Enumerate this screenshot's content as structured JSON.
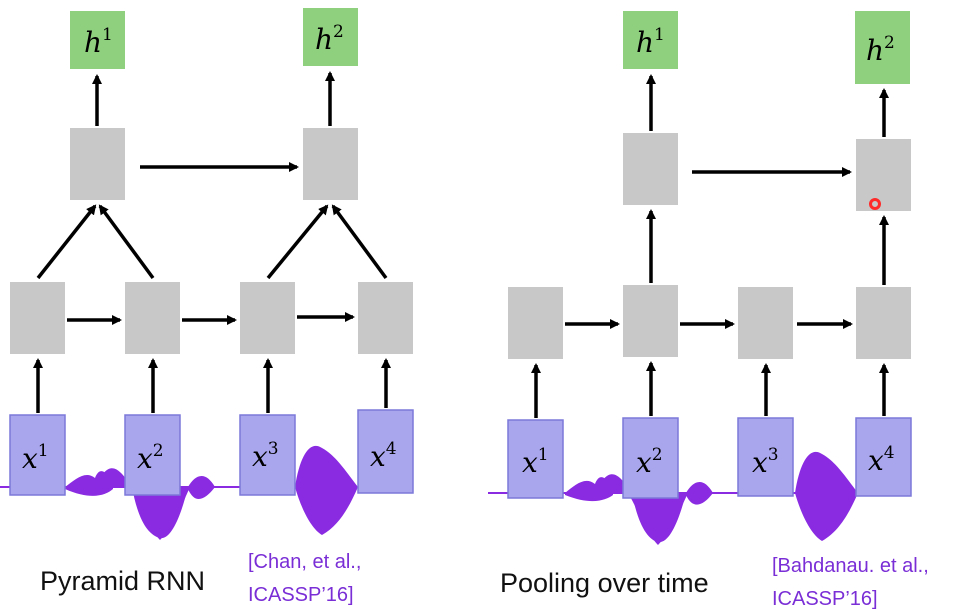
{
  "left": {
    "caption": "Pyramid RNN",
    "citation": [
      "[Chan, et al.,",
      "ICASSP’16]"
    ],
    "outputs": [
      {
        "base": "h",
        "sup": "1"
      },
      {
        "base": "h",
        "sup": "2"
      }
    ],
    "inputs": [
      {
        "base": "x",
        "sup": "1"
      },
      {
        "base": "x",
        "sup": "2"
      },
      {
        "base": "x",
        "sup": "3"
      },
      {
        "base": "x",
        "sup": "4"
      }
    ]
  },
  "right": {
    "caption": "Pooling over time",
    "citation": [
      "[Bahdanau. et al.,",
      "ICASSP’16]"
    ],
    "outputs": [
      {
        "base": "h",
        "sup": "1"
      },
      {
        "base": "h",
        "sup": "2"
      }
    ],
    "inputs": [
      {
        "base": "x",
        "sup": "1"
      },
      {
        "base": "x",
        "sup": "2"
      },
      {
        "base": "x",
        "sup": "3"
      },
      {
        "base": "x",
        "sup": "4"
      }
    ]
  },
  "colors": {
    "hidden_box": "#c8c8c8",
    "output_box": "#8fd07e",
    "input_box": "#a9a6ee",
    "waveform": "#8a2be2",
    "citation": "#7a2ed6",
    "cursor": "#ff2a2a"
  }
}
